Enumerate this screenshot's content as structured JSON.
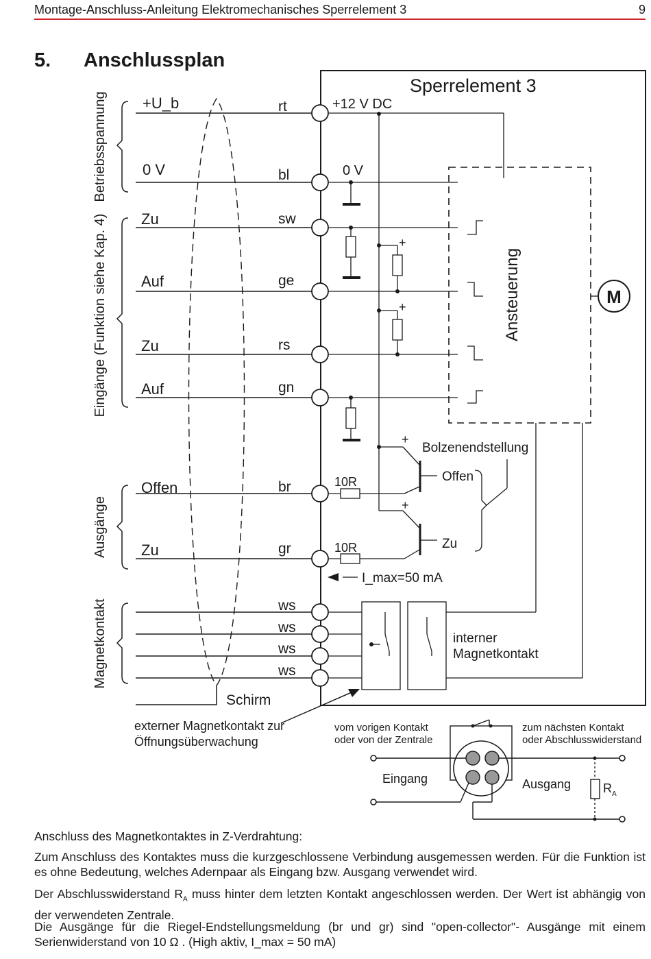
{
  "header": {
    "title": "Montage-Anschluss-Anleitung Elektromechanisches Sperrelement 3",
    "page_number": "9",
    "rule_color": "#d3232c"
  },
  "section": {
    "number": "5.",
    "title": "Anschlussplan"
  },
  "diagram": {
    "device_title": "Sperrelement 3",
    "group_labels": {
      "supply": "Betriebsspannung",
      "inputs": "Eingänge (Funktion siehe Kap. 4)",
      "outputs": "Ausgänge",
      "magnet": "Magnetkontakt"
    },
    "signals": {
      "ub": "+U_b",
      "zero_v": "0 V",
      "zu1": "Zu",
      "auf1": "Auf",
      "zu2": "Zu",
      "auf2": "Auf",
      "offen": "Offen",
      "zu3": "Zu"
    },
    "wires": {
      "rt": "rt",
      "bl": "bl",
      "sw": "sw",
      "ge": "ge",
      "rs": "rs",
      "gn": "gn",
      "br": "br",
      "gr": "gr",
      "ws": "ws"
    },
    "internal": {
      "v12": "+12 V DC",
      "zero_v": "0 V",
      "control": "Ansteuerung",
      "motor": "M",
      "bolt": "Bolzenendstellung",
      "offen": "Offen",
      "zu": "Zu",
      "res1": "10R",
      "res2": "10R",
      "imax": "I_max=50 mA",
      "plus": "+",
      "internal_contact_1": "interner",
      "internal_contact_2": "Magnetkontakt",
      "shield": "Schirm"
    },
    "ext_contact_1": "externer Magnetkontakt zur",
    "ext_contact_2": "Öffnungsüberwachung",
    "z_wiring": {
      "from_1": "vom vorigen Kontakt",
      "from_2": "oder von der Zentrale",
      "to_1": "zum nächsten Kontakt",
      "to_2": "oder Abschlusswiderstand",
      "input": "Eingang",
      "output": "Ausgang",
      "ra": "R",
      "ra_sub": "A"
    }
  },
  "text": {
    "p1": "Anschluss des Magnetkontaktes in Z-Verdrahtung:",
    "p2": "Zum Anschluss des Kontaktes muss die kurzgeschlossene Verbindung ausgemessen werden. Für die Funktion ist es ohne Bedeutung, welches Adernpaar als Eingang bzw. Ausgang verwendet wird.",
    "p3_a": "Der Abschlusswiderstand R",
    "p3_sub": "A",
    "p3_b": " muss hinter dem letzten Kontakt angeschlossen werden. Der Wert ist abhängig von der verwendeten Zentrale.",
    "p4": "Die Ausgänge für die Riegel-Endstellungsmeldung (br und gr) sind \"open-collector\"- Ausgänge mit einem Serienwiderstand von 10 Ω . (High aktiv, I_max = 50 mA)"
  }
}
